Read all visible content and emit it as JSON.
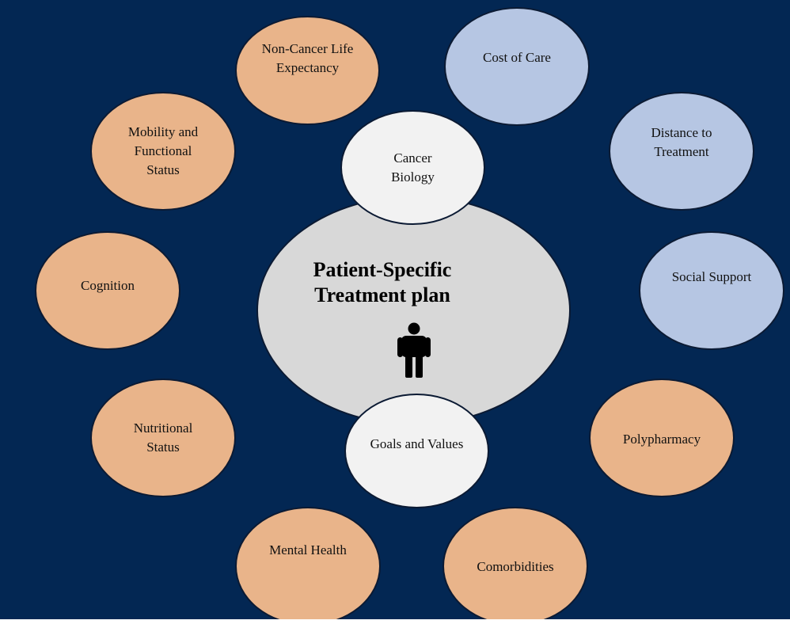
{
  "diagram": {
    "center": {
      "title": "Patient-Specific\nTreatment plan",
      "icon": "person-icon"
    },
    "inner_factors": {
      "top": "Cancer\nBiology",
      "bottom": "Goals and Values"
    },
    "outer_factors": {
      "non_cancer_life_expectancy": "Non-Cancer Life\nExpectancy",
      "cost_of_care": "Cost of Care",
      "mobility_functional_status": "Mobility and\nFunctional\nStatus",
      "distance_to_treatment": "Distance to\nTreatment",
      "cognition": "Cognition",
      "social_support": "Social Support",
      "nutritional_status": "Nutritional\nStatus",
      "polypharmacy": "Polypharmacy",
      "mental_health": "Mental Health",
      "comorbidities": "Comorbidities"
    },
    "colors": {
      "background": "#032753",
      "patient_factor": "#e9b48a",
      "social_factor": "#b6c6e3",
      "inner_factor": "#f2f2f2",
      "center": "#d8d8d8"
    }
  }
}
